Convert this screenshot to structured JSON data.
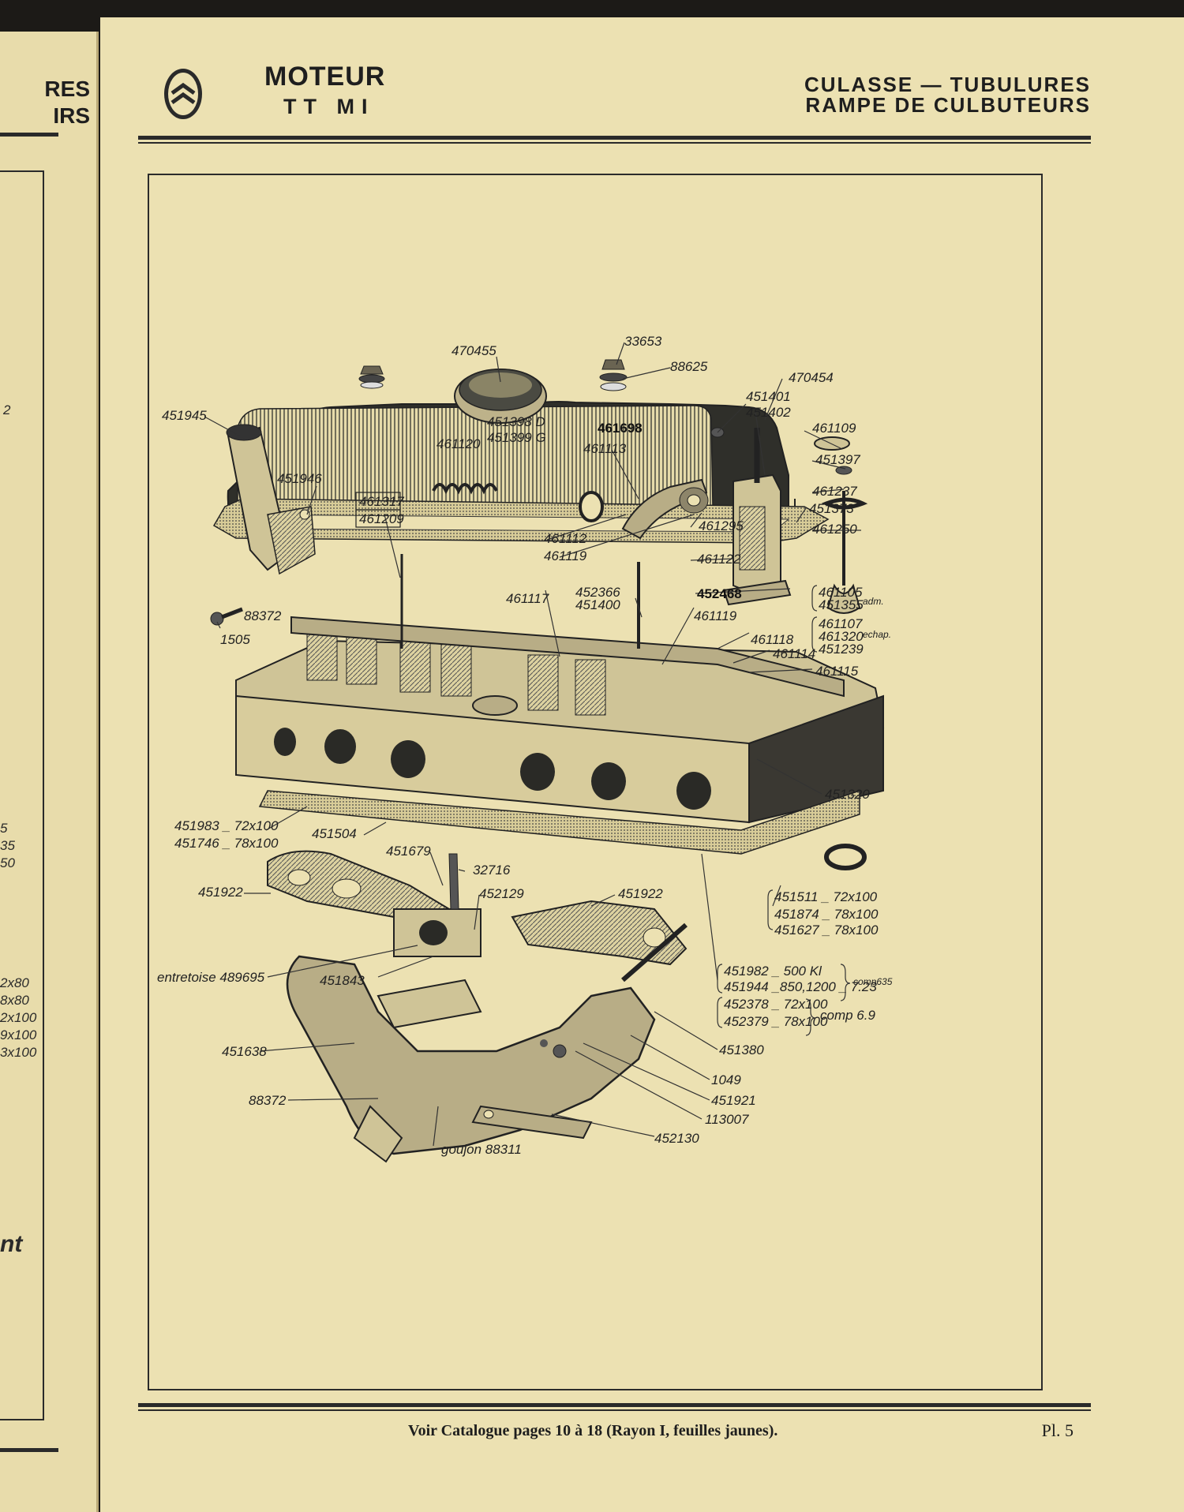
{
  "header": {
    "title": "MOTEUR",
    "subtitle": "TT MI",
    "section_line1": "CULASSE — TUBULURES",
    "section_line2": "RAMPE DE CULBUTEURS"
  },
  "left_page": {
    "title_line1": "RES",
    "title_line2": "IRS",
    "fragments": [
      "2",
      "5",
      "35",
      "50",
      "2x80",
      "8x80",
      "2x100",
      "9x100",
      "3x100",
      "nt"
    ]
  },
  "parts": {
    "p470455": "470455",
    "p33653": "33653",
    "p88625": "88625",
    "p470454": "470454",
    "p451373": "451373",
    "p451945": "451945",
    "p451946": "451946",
    "p461120": "461120",
    "p451398": "451398 D",
    "p451399": "451399 G",
    "p461698": "461698",
    "p451401": "451401",
    "p451402": "451402",
    "p461113": "461113",
    "p461109": "461109",
    "p451397": "451397",
    "p461237": "461237",
    "p461250": "461250",
    "p461317": "461317",
    "p461209": "461209",
    "p461295": "461295",
    "p461112": "461112",
    "p461119a": "461119",
    "p461122": "461122",
    "p452468": "452468",
    "p88372a": "88372",
    "p1505": "1505",
    "p461117": "461117",
    "p452366": "452366",
    "p451400": "451400",
    "p461119b": "461119",
    "p461105": "461105",
    "p451355": "451355",
    "adm": "adm.",
    "p461107": "461107",
    "p461320": "461320",
    "p451239": "451239",
    "ech": "echap.",
    "p461118": "461118",
    "p461114": "461114",
    "p461115": "461115",
    "p451320": "451320",
    "p451983": "451983 _ 72x100",
    "p451746": "451746 _ 78x100",
    "p451504": "451504",
    "p451679": "451679",
    "p32716": "32716",
    "p451922a": "451922",
    "p452129": "452129",
    "p451922b": "451922",
    "p451511": "451511 _ 72x100",
    "p451874": "451874 _ 78x100",
    "p451627": "451627 _ 78x100",
    "entretoise": "entretoise 489695",
    "p451843": "451843",
    "p451982": "451982 _ 500 Kl",
    "p451944": "451944 _850,1200 _ 7.23",
    "comp635": "comp635",
    "p452378": "452378 _ 72x100",
    "p452379": "452379 _ 78x100",
    "comp69": "comp 6.9",
    "p451638": "451638",
    "p451380": "451380",
    "p1049": "1049",
    "p451921": "451921",
    "p113007": "113007",
    "p88372b": "88372",
    "p452130": "452130",
    "goujon": "goujon 88311"
  },
  "footer": {
    "text": "Voir Catalogue pages 10 à 18 (Rayon I, feuilles jaunes).",
    "plate": "Pl. 5"
  },
  "colors": {
    "paper": "#ece1b2",
    "ink": "#222222"
  }
}
